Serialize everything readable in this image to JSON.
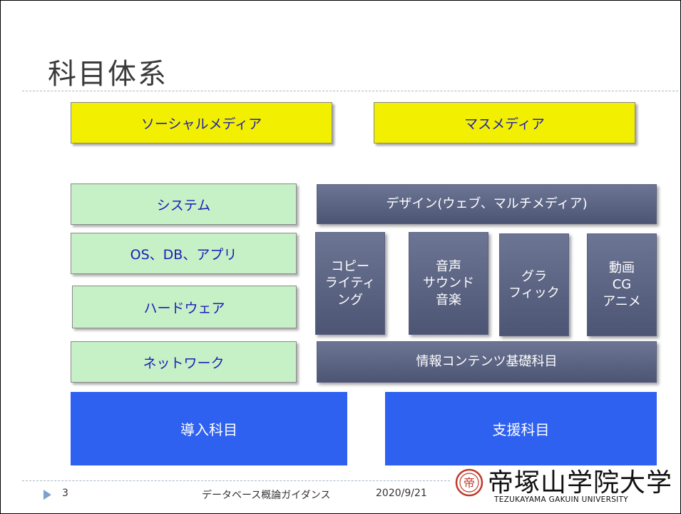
{
  "slide": {
    "title": "科目体系"
  },
  "media": {
    "social": "ソーシャルメディア",
    "mass": "マスメディア"
  },
  "left_stack": {
    "system": "システム",
    "os_db_app": "OS、DB、アプリ",
    "hardware": "ハードウェア",
    "network": "ネットワーク"
  },
  "design": {
    "header": "デザイン(ウェブ、マルチメディア)",
    "columns": [
      "コピー\nライティ\nング",
      "音声\nサウンド\n音楽",
      "グラ\nフィック",
      "動画\nCG\nアニメ"
    ],
    "foundation": "情報コンテンツ基礎科目"
  },
  "bottom": {
    "intro": "導入科目",
    "support": "支援科目"
  },
  "footer": {
    "page_number": "3",
    "course": "データベース概論ガイダンス",
    "date": "2020/9/21"
  },
  "logo": {
    "name_ja": "帝塚山学院大学",
    "name_en": "TEZUKAYAMA GAKUIN UNIVERSITY",
    "seal_char": "帝"
  },
  "colors": {
    "yellow_box": "#f2ef00",
    "green_box": "#c6f0c6",
    "slate_box": "#5a6180",
    "blue_box": "#2f61f0",
    "label_blue": "#1d1db8",
    "seal_red": "#c0392b"
  }
}
